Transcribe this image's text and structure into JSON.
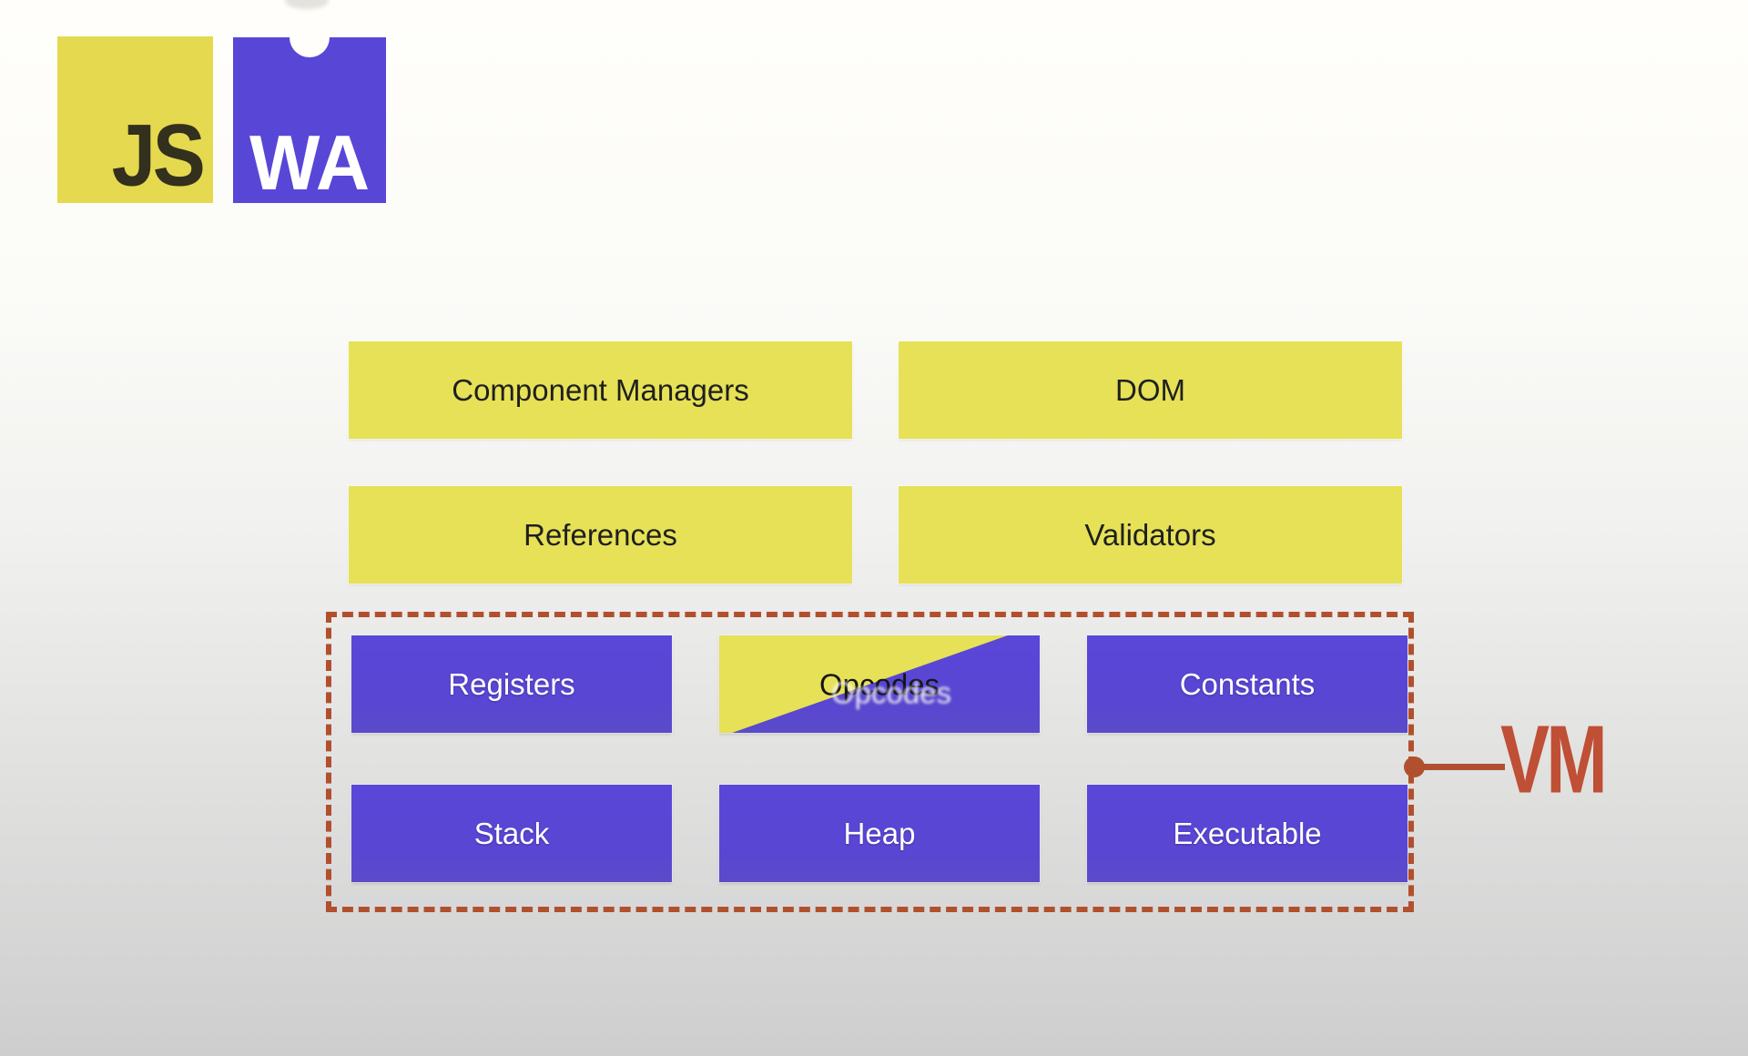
{
  "logos": [
    {
      "name": "javascript",
      "text": "JS"
    },
    {
      "name": "webassembly",
      "text": "WA"
    }
  ],
  "host_rows": [
    {
      "boxes": [
        {
          "label": "Component Managers"
        },
        {
          "label": "DOM"
        }
      ]
    },
    {
      "boxes": [
        {
          "label": "References"
        },
        {
          "label": "Validators"
        }
      ]
    }
  ],
  "vm_group": {
    "label": "VM",
    "rows": [
      {
        "boxes": [
          {
            "label": "Registers"
          },
          {
            "label": "Opcodes"
          },
          {
            "label": "Constants"
          }
        ]
      },
      {
        "boxes": [
          {
            "label": "Stack"
          },
          {
            "label": "Heap"
          },
          {
            "label": "Executable"
          }
        ]
      }
    ]
  },
  "colors": {
    "yellow": "#e6e156",
    "purple": "#5946d4",
    "accent_red": "#b1502e",
    "vm_text_red": "#bf4f35",
    "dark_text": "#1f1f1f",
    "light_text": "#ffffff"
  }
}
